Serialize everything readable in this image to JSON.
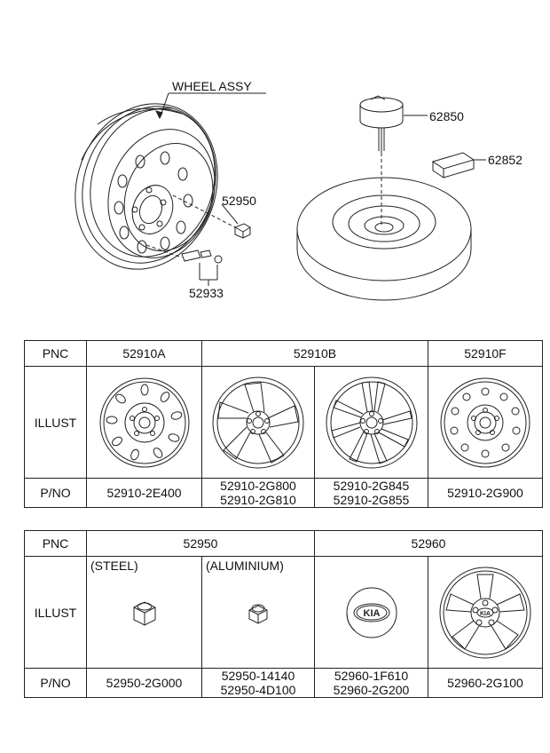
{
  "diagram": {
    "wheel_assy_label": "WHEEL ASSY",
    "callouts": {
      "c52950": "52950",
      "c52933": "52933",
      "c62850": "62850",
      "c62852": "62852"
    }
  },
  "table1": {
    "row_labels": {
      "pnc": "PNC",
      "illust": "ILLUST",
      "pno": "P/NO"
    },
    "pnc": {
      "a": "52910A",
      "b": "52910B",
      "f": "52910F"
    },
    "pno": {
      "c1": [
        "52910-2E400"
      ],
      "c2": [
        "52910-2G800",
        "52910-2G810"
      ],
      "c3": [
        "52910-2G845",
        "52910-2G855"
      ],
      "c4": [
        "52910-2G900"
      ]
    }
  },
  "table2": {
    "row_labels": {
      "pnc": "PNC",
      "illust": "ILLUST",
      "pno": "P/NO"
    },
    "pnc": {
      "a": "52950",
      "b": "52960"
    },
    "sub_labels": {
      "steel": "(STEEL)",
      "aluminium": "(ALUMINIUM)"
    },
    "kia_logo_text": "KIA",
    "pno": {
      "c1": [
        "52950-2G000"
      ],
      "c2": [
        "52950-14140",
        "52950-4D100"
      ],
      "c3": [
        "52960-1F610",
        "52960-2G200"
      ],
      "c4": [
        "52960-2G100"
      ]
    }
  }
}
